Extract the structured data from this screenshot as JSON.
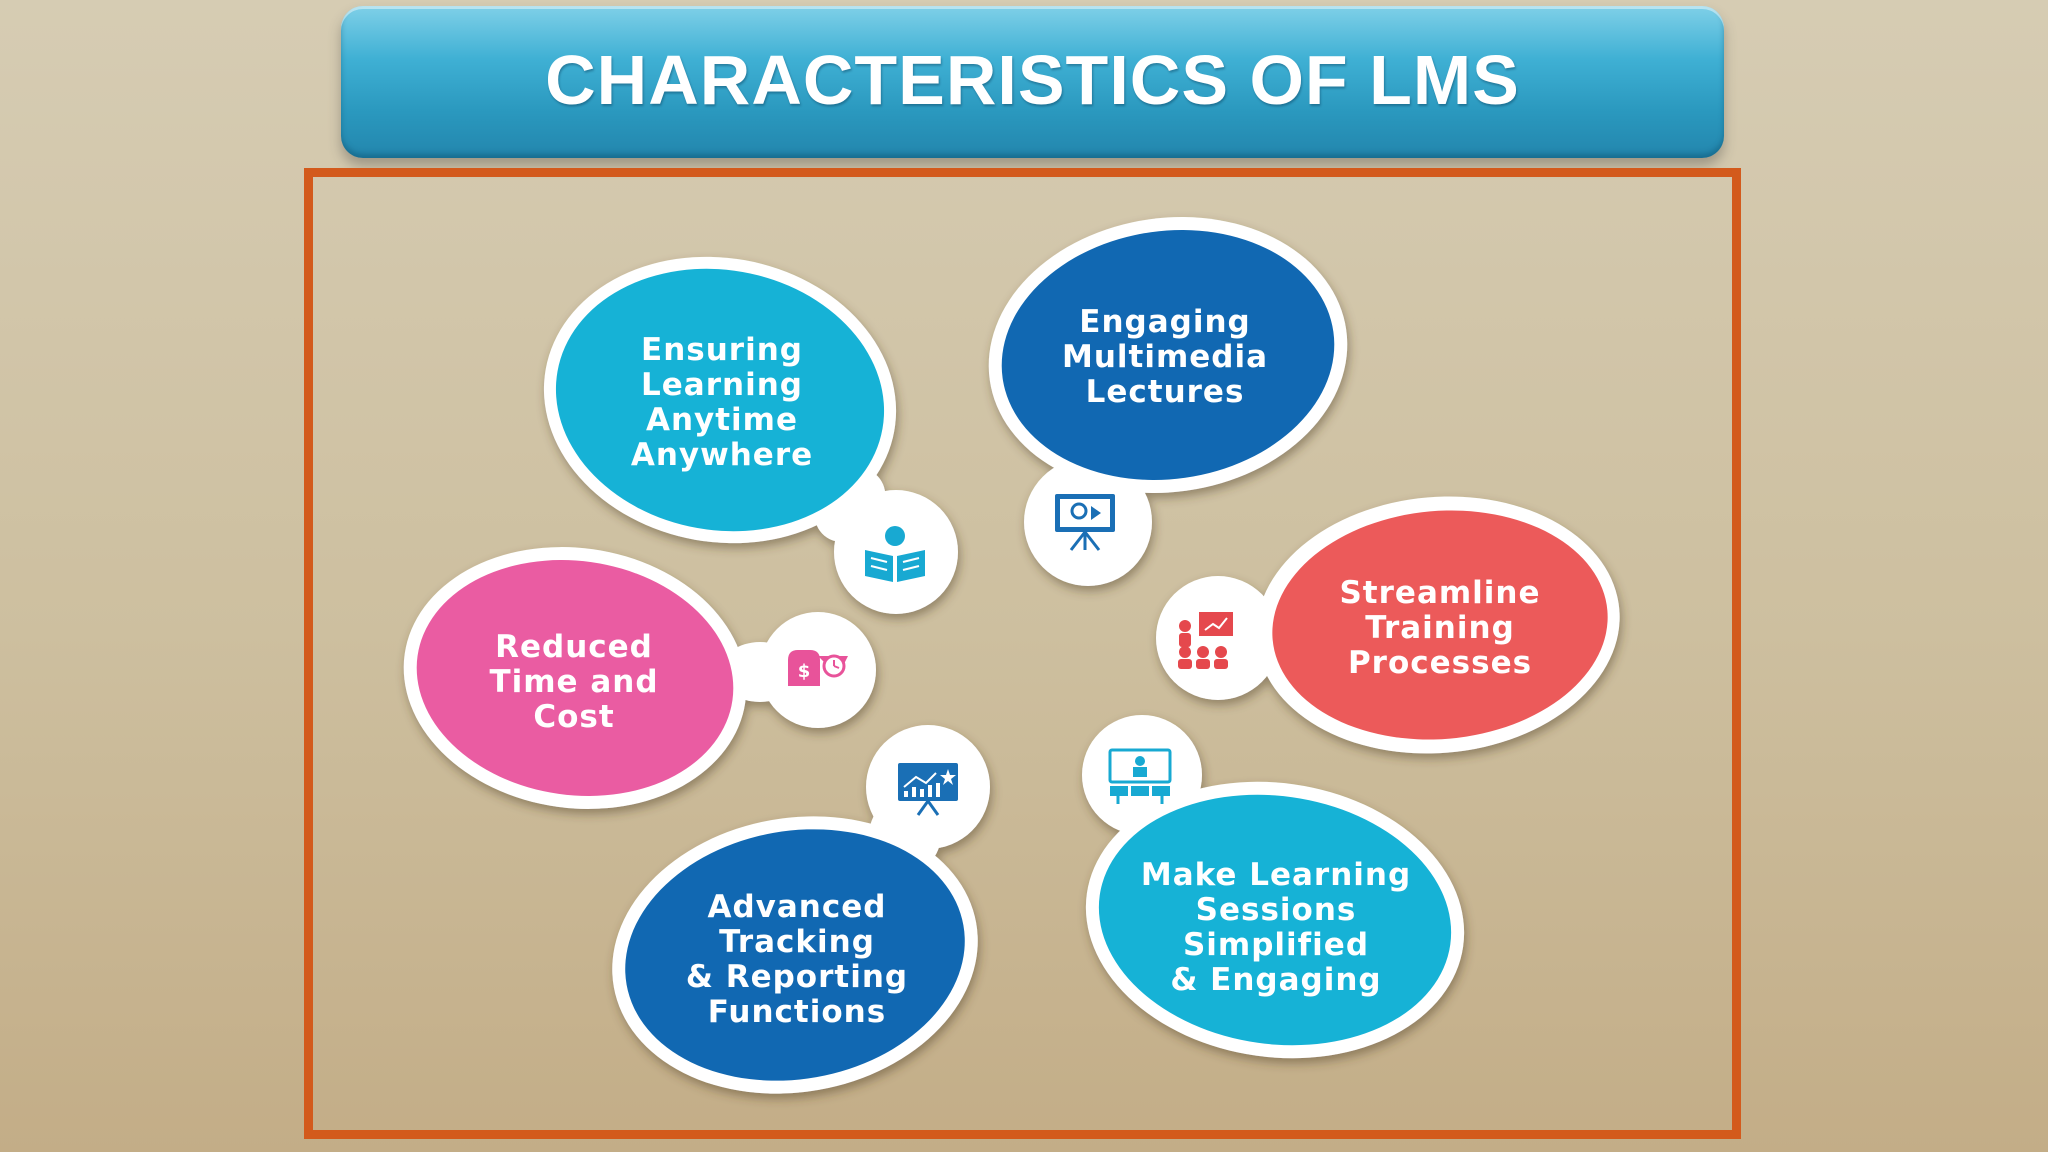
{
  "title": "CHARACTERISTICS OF LMS",
  "colors": {
    "title_bar": "#2a98be",
    "frame_border": "#d35a1c",
    "cyan": "#16b2d6",
    "blue": "#1168b2",
    "red": "#ec5a5a",
    "pink": "#ea5ca2",
    "icon_blue": "#1a6fb5",
    "icon_red": "#e5484d",
    "icon_pink": "#e8539a",
    "icon_cyan": "#18a9d2"
  },
  "items": [
    {
      "lines": [
        "Ensuring",
        "Learning",
        "Anytime",
        "Anywhere"
      ],
      "color": "#16b2d6",
      "icon": "reading-person-icon"
    },
    {
      "lines": [
        "Engaging",
        "Multimedia",
        "Lectures"
      ],
      "color": "#1168b2",
      "icon": "video-presentation-icon"
    },
    {
      "lines": [
        "Streamline",
        "Training",
        "Processes"
      ],
      "color": "#ec5a5a",
      "icon": "classroom-training-icon"
    },
    {
      "lines": [
        "Make Learning",
        "Sessions",
        "Simplified",
        "& Engaging"
      ],
      "color": "#16b2d6",
      "icon": "online-session-icon"
    },
    {
      "lines": [
        "Advanced",
        "Tracking",
        "& Reporting",
        "Functions"
      ],
      "color": "#1168b2",
      "icon": "analytics-board-icon"
    },
    {
      "lines": [
        "Reduced",
        "Time and",
        "Cost"
      ],
      "color": "#ea5ca2",
      "icon": "money-time-icon"
    }
  ]
}
